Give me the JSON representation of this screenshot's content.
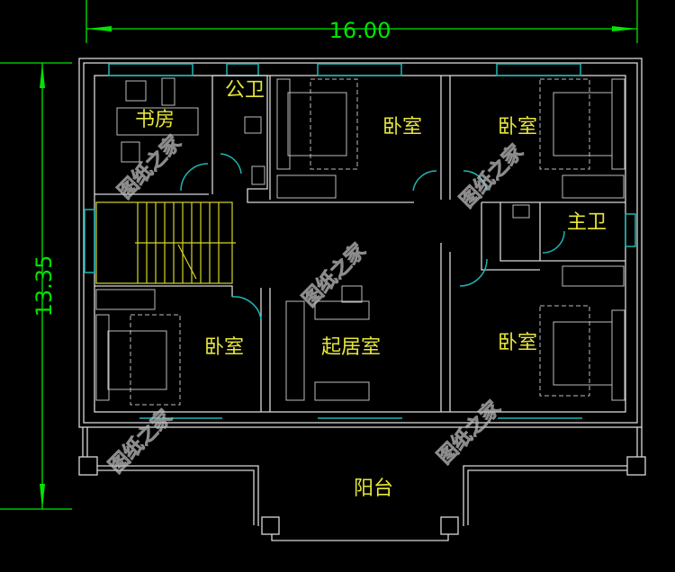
{
  "dimensions": {
    "width": "16.00",
    "height": "13.35"
  },
  "rooms": {
    "study": "书房",
    "public_bath": "公卫",
    "bedroom_north_west": "卧室",
    "bedroom_north_east": "卧室",
    "master_bath": "主卫",
    "bedroom_south_west": "卧室",
    "living_room": "起居室",
    "bedroom_south_east": "卧室",
    "balcony": "阳台"
  },
  "watermark": "图纸之家",
  "colors": {
    "walls": "#d8d8d8",
    "windows": "#1fb5b5",
    "dimension": "#00e600",
    "labels": "#e6e63a",
    "stairs": "#d6d62a"
  }
}
